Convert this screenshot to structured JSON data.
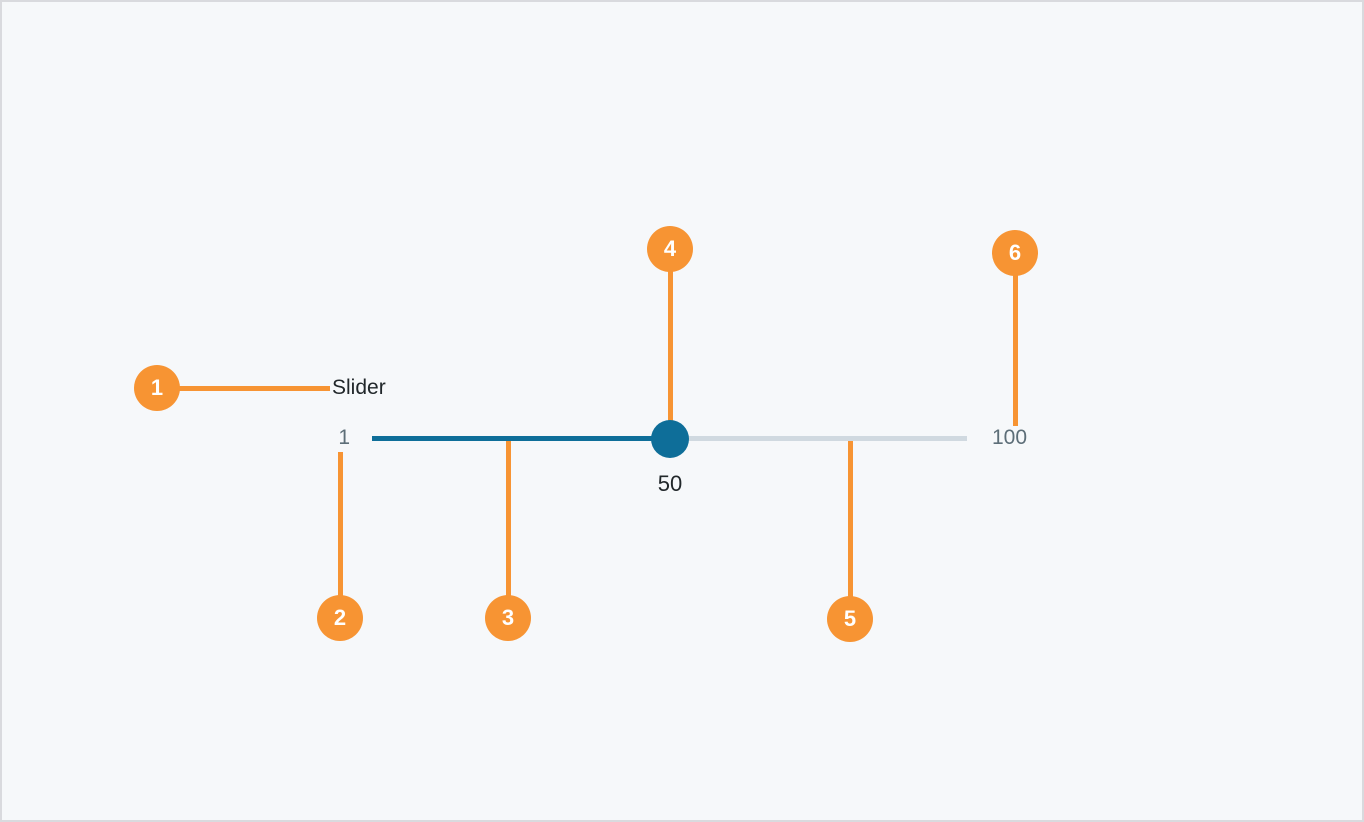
{
  "slider": {
    "label": "Slider",
    "min_label": "1",
    "max_label": "100",
    "value_label": "50"
  },
  "callouts": [
    {
      "number": "1",
      "target": "label"
    },
    {
      "number": "2",
      "target": "min-value"
    },
    {
      "number": "3",
      "target": "filled-track"
    },
    {
      "number": "4",
      "target": "handle"
    },
    {
      "number": "5",
      "target": "unfilled-track"
    },
    {
      "number": "6",
      "target": "max-value"
    }
  ],
  "colors": {
    "background": "#f6f8fa",
    "border": "#d9dade",
    "callout_orange": "#f79433",
    "track_filled": "#0e6e99",
    "track_unfilled": "#d0d9e0",
    "handle": "#0e6e99",
    "label_text": "#21272a",
    "range_text": "#5d6e78"
  }
}
